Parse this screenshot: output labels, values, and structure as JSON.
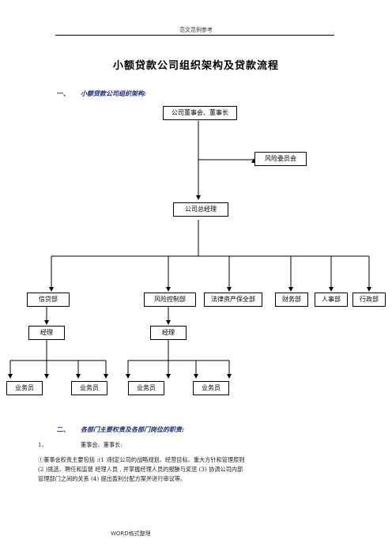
{
  "page": {
    "header_note": "范文范例参考",
    "title": "小额贷款公司组织架构及贷款流程",
    "footer": "WORD格式整理"
  },
  "section1": {
    "number": "一、",
    "title": "小额贷款公司组织架构:"
  },
  "org_chart": {
    "board": "公司董事会、董事长",
    "risk_committee": "风险委员会",
    "general_manager": "公司总经理",
    "departments": [
      "信贷部",
      "风险控制部",
      "法律资产保全部",
      "财务部",
      "人事部",
      "行政部"
    ],
    "managers": [
      "经理",
      "经理"
    ],
    "staff": [
      "业务员",
      "业务员",
      "业务员",
      "业务员"
    ]
  },
  "section2": {
    "number": "二、",
    "title": "各部门主要权责及各部门岗位的职责:"
  },
  "item1": {
    "number": "1、",
    "title": "董事会、董事长:"
  },
  "paragraph": [
    "①董事会权责主要包括 :(1 )制定公司的战略规划、经营目标、重大方针和管理原则",
    "(2 )挑选、聘任和监督  经理人员 ,  并掌握经理人员的报酬与奖惩  (3)  协调公司内部",
    "管理部门之间的关系  (4)  提出盈利分配方案并进行审议等。"
  ]
}
